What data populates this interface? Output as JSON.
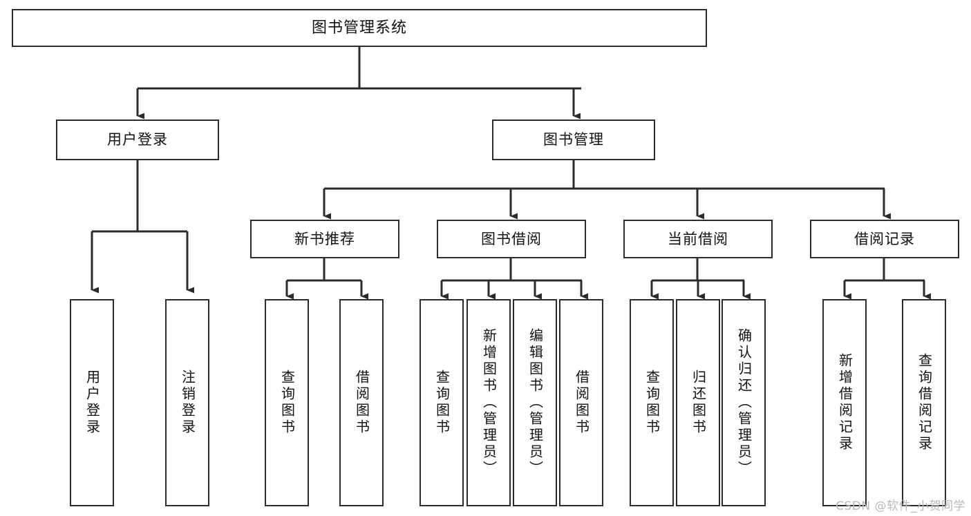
{
  "diagram": {
    "title": "图书管理系统",
    "type": "tree",
    "watermark": "CSDN @软件_小贺同学",
    "colors": {
      "node_border": "#2b2b2b",
      "node_fill": "#ffffff",
      "edge": "#2b2b2b",
      "text": "#111111",
      "watermark": "#b9b9b9",
      "background": "#ffffff"
    },
    "nodes": {
      "root": {
        "label": "图书管理系统"
      },
      "login": {
        "label": "用户登录"
      },
      "book_mgmt": {
        "label": "图书管理"
      },
      "new_book": {
        "label": "新书推荐"
      },
      "borrow": {
        "label": "图书借阅"
      },
      "current": {
        "label": "当前借阅"
      },
      "records": {
        "label": "借阅记录"
      },
      "login_1": {
        "label": "用户登录"
      },
      "login_2": {
        "label": "注销登录"
      },
      "new_book_1": {
        "label": "查询图书"
      },
      "new_book_2": {
        "label": "借阅图书"
      },
      "borrow_1": {
        "label": "查询图书"
      },
      "borrow_2": {
        "label": "新增图书（管理员）"
      },
      "borrow_3": {
        "label": "编辑图书（管理员）"
      },
      "borrow_4": {
        "label": "借阅图书"
      },
      "current_1": {
        "label": "查询图书"
      },
      "current_2": {
        "label": "归还图书"
      },
      "current_3": {
        "label": "确认归还（管理员）"
      },
      "records_1": {
        "label": "新增借阅记录"
      },
      "records_2": {
        "label": "查询借阅记录"
      }
    }
  }
}
